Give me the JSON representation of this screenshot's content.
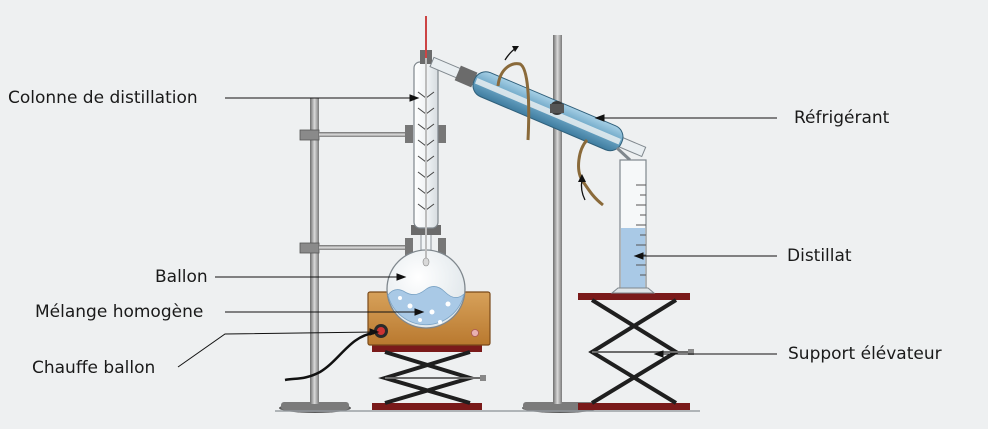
{
  "labels": {
    "column": "Colonne de distillation",
    "condenser": "Réfrigérant",
    "flask": "Ballon",
    "mixture": "Mélange homogène",
    "heater": "Chauffe ballon",
    "distillate": "Distillat",
    "lab_jack": "Support élévateur"
  },
  "colors": {
    "background": "#eef0f1",
    "liquid": "#a9c9e6",
    "heater": "#c88a3f",
    "jack_plate": "#7a1a1a",
    "condenser": "#7fb3cf"
  }
}
